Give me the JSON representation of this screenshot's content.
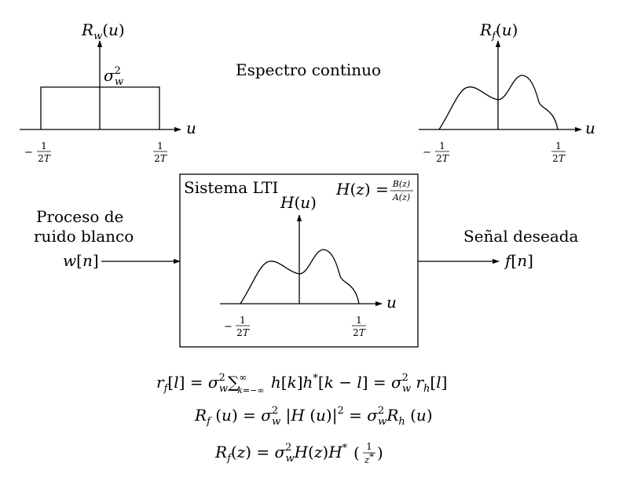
{
  "title": "Espectro continuo",
  "input": {
    "line1": "Proceso de",
    "line2": "ruido blanco",
    "signal": "w[n]"
  },
  "output": {
    "label": "Señal deseada",
    "signal": "f[n]"
  },
  "system": {
    "label": "Sistema LTI",
    "tf_lhs": "H(z) =",
    "tf_num": "B(z)",
    "tf_den": "A(z)",
    "plot_label": "H(u)"
  },
  "white_spectrum": {
    "label": "R_w(u)",
    "level_label": "σ_w^2"
  },
  "output_spectrum": {
    "label": "R_f(u)"
  },
  "axis": {
    "var": "u",
    "neg_tick": "−1/(2T)",
    "pos_tick": "1/(2T)"
  },
  "equations": {
    "eq1": "r_f[l] = σ_w^2 Σ_{k=−∞}^{∞} h[k] h*[k−l] = σ_w^2 r_h[l]",
    "eq2": "R_f(u) = σ_w^2 |H(u)|^2 = σ_w^2 R_h(u)",
    "eq3": "R_f(z) = σ_w^2 H(z) H*(1/z*)"
  }
}
